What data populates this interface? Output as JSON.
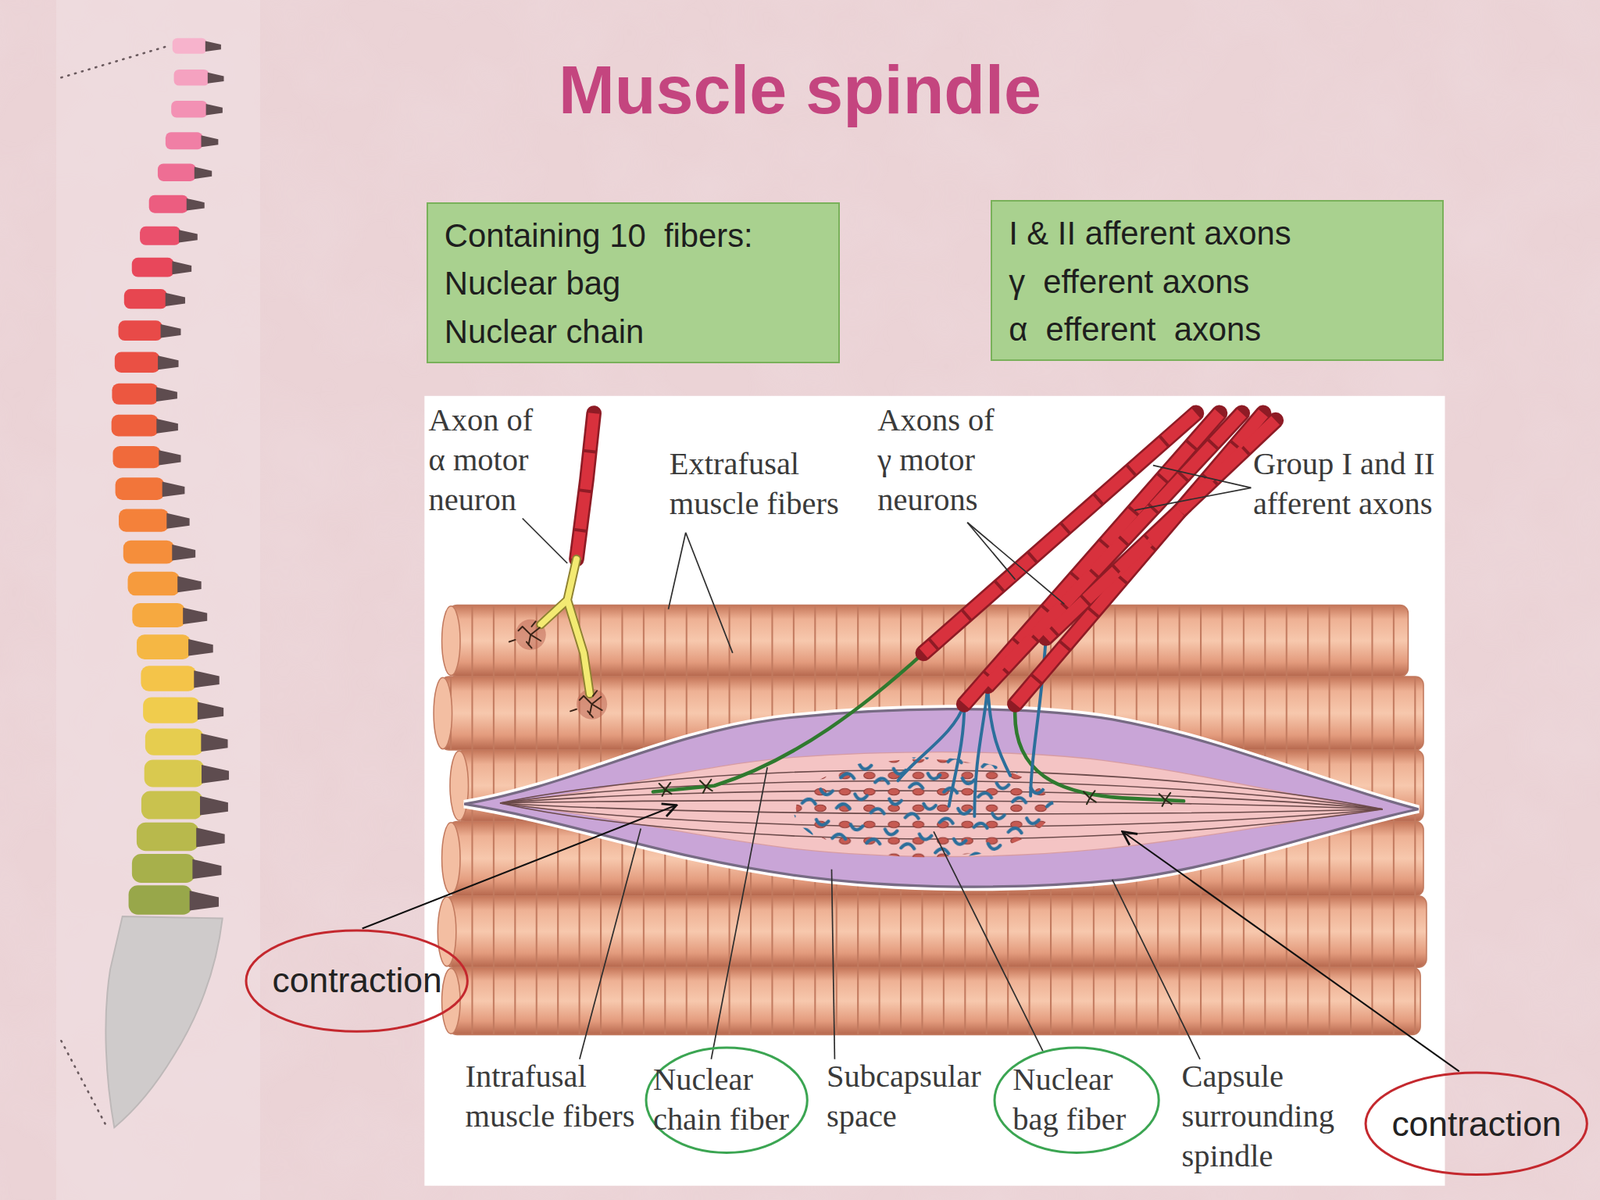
{
  "diagram": {
    "title": "Muscle spindle",
    "nodes": [
      {
        "text": [
          "Containing 10  fibers:",
          "Nuclear bag",
          "Nuclear chain"
        ]
      },
      {
        "text": [
          "I & II afferent axons",
          "γ  efferent axons",
          "α  efferent  axons"
        ]
      },
      {
        "text": [
          "contraction"
        ]
      },
      {
        "text": [
          "Nuclear chain fiber"
        ]
      },
      {
        "text": [
          "Nuclear bag fiber"
        ]
      },
      {
        "text": [
          "contraction"
        ]
      }
    ],
    "labels": [
      "Axon of α motor neuron",
      "Extrafusal muscle fibers",
      "Axons of γ motor neurons",
      "Group I and II afferent axons",
      "Intrafusal muscle fibers",
      "Subcapsular space",
      "Capsule surrounding spindle"
    ]
  }
}
